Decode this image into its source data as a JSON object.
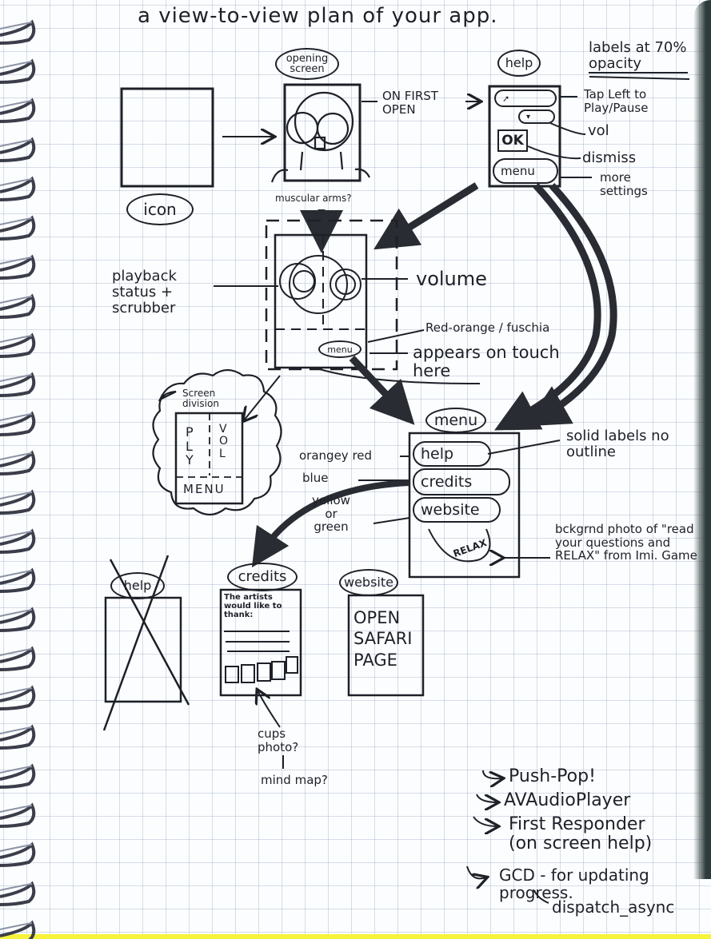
{
  "page": {
    "title": "a view-to-view plan of your app.",
    "note_top_right": "labels at 70% opacity"
  },
  "screens": {
    "icon": {
      "label": "icon"
    },
    "opening": {
      "label": "opening screen",
      "annotation_right": "ON FIRST OPEN",
      "annotation_below": "muscular arms?"
    },
    "help": {
      "label": "help",
      "items": [
        {
          "name": "play-pause-hint",
          "note": "Tap Left to Play/Pause"
        },
        {
          "name": "vol-hint",
          "note": "vol"
        },
        {
          "name": "ok",
          "label": "OK",
          "note": "dismiss"
        },
        {
          "name": "menu",
          "label": "menu",
          "note": "more settings"
        }
      ]
    },
    "player": {
      "annotation_left": "playback status + scrubber",
      "annotation_right_volume": "volume",
      "annotation_right_color": "Red-orange / fuschia",
      "annotation_right_touch": "appears on touch here",
      "menu_button": "menu"
    },
    "screen_division": {
      "title": "Screen division",
      "left": "P L Y",
      "right": "V O L",
      "bottom": "MENU"
    },
    "menu": {
      "label": "menu",
      "items": [
        {
          "label": "help",
          "color_note": "orangey red",
          "color": "#e8532b"
        },
        {
          "label": "credits",
          "color_note": "blue",
          "color": "#2f6fd6"
        },
        {
          "label": "website",
          "color_note": "yellow or green",
          "color": "#d9c826"
        }
      ],
      "note_right": "solid labels no outline",
      "background_note": "bckgrnd photo of \"read your questions and RELAX\" from Imi. Game",
      "bg_photo_text": "RELAX"
    },
    "help_crossed": {
      "label": "help"
    },
    "credits": {
      "label": "credits",
      "text": "The artists would like to thank:",
      "note_below": "cups photo?",
      "note_below_2": "mind map?"
    },
    "website": {
      "label": "website",
      "text": "OPEN SAFARI PAGE"
    }
  },
  "tech_notes": [
    "Push-Pop!",
    "AVAudioPlayer",
    "First Responder (on screen help)",
    "GCD - for updating progress.",
    "dispatch_async"
  ]
}
